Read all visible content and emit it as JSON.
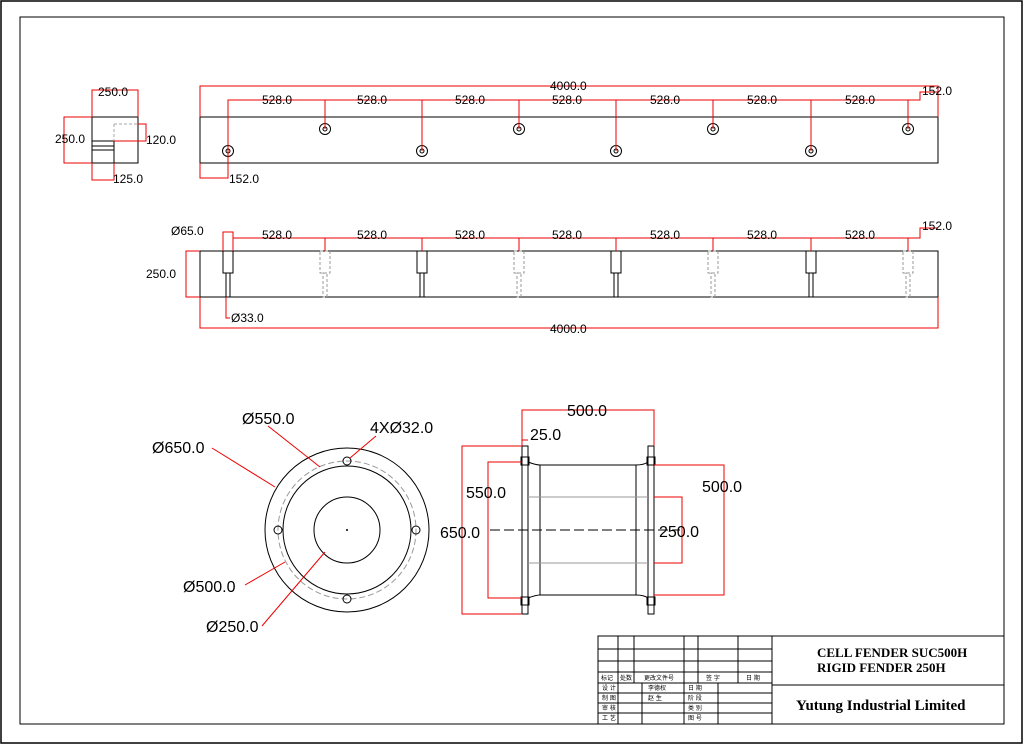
{
  "top_end_view": {
    "width": "250.0",
    "height": "250.0",
    "slot": "120.0",
    "bottom": "125.0"
  },
  "top_side_view": {
    "overall": "4000.0",
    "end_offset": "152.0",
    "start_offset": "152.0",
    "pitches": [
      "528.0",
      "528.0",
      "528.0",
      "528.0",
      "528.0",
      "528.0",
      "528.0"
    ]
  },
  "middle_view": {
    "bore_large": "Ø65.0",
    "bore_small": "Ø33.0",
    "height": "250.0",
    "overall": "4000.0",
    "end_offset": "152.0",
    "pitches": [
      "528.0",
      "528.0",
      "528.0",
      "528.0",
      "528.0",
      "528.0",
      "528.0"
    ]
  },
  "flange_view": {
    "d_inner_circle": "Ø550.0",
    "holes": "4XØ32.0",
    "d_outer": "Ø650.0",
    "d_body": "Ø500.0",
    "d_bore": "Ø250.0"
  },
  "side_body_view": {
    "length": "500.0",
    "flange_thk": "25.0",
    "d_550": "550.0",
    "d_650": "650.0",
    "d_500": "500.0",
    "d_250": "250.0"
  },
  "title_block": {
    "line1": "CELL FENDER SUC500H",
    "line2": "RIGID FENDER 250H",
    "company": "Yutung Industrial Limited",
    "rev_headers": [
      "标记",
      "处数",
      "更改文件号",
      "签 字",
      "日 期"
    ],
    "rows": [
      [
        "设 计",
        "李德权",
        "日 期"
      ],
      [
        "制 图",
        "赵 生",
        "阶 段"
      ],
      [
        "审 核",
        "",
        "类 别"
      ],
      [
        "工 艺",
        "",
        "图 号"
      ]
    ]
  }
}
